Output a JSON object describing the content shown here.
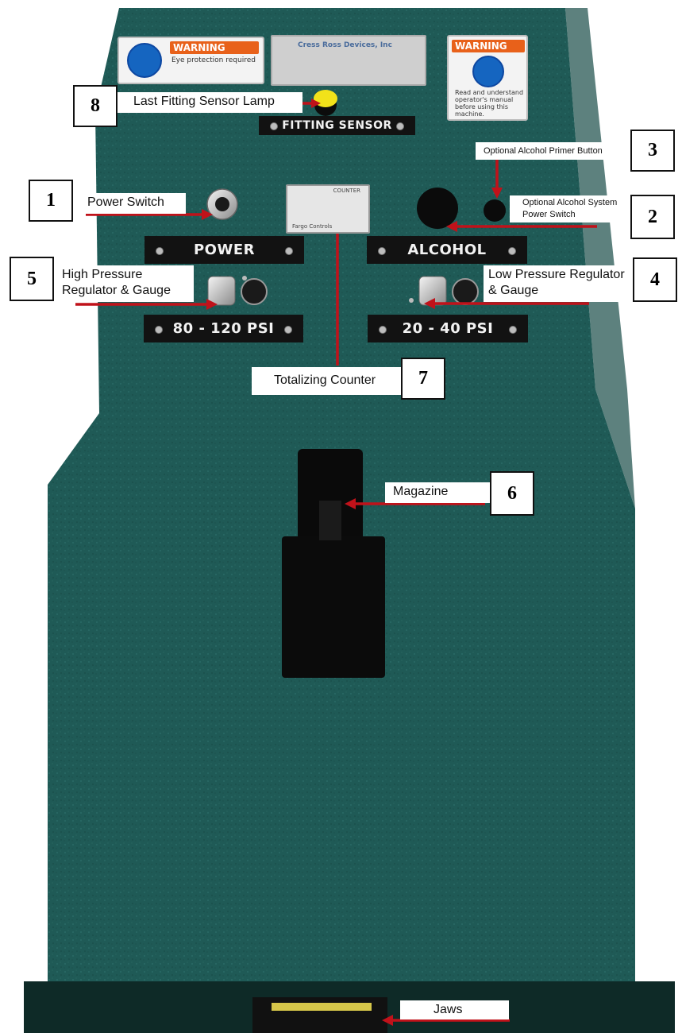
{
  "warning_left": {
    "header": "WARNING",
    "text": "Eye protection required"
  },
  "warning_right": {
    "header": "WARNING",
    "text": "Read and understand operator's manual before using this machine."
  },
  "manufacturer_plate": {
    "text": "Cress Ross Devices, Inc"
  },
  "counter_display": {
    "header": "COUNTER",
    "brand": "Fargo Controls"
  },
  "plates": {
    "fitting_sensor": "FITTING SENSOR",
    "power": "POWER",
    "alcohol": "ALCOHOL",
    "high_psi": "80 - 120 PSI",
    "low_psi": "20 - 40 PSI"
  },
  "callouts": [
    {
      "number": "1",
      "label": "Power Switch"
    },
    {
      "number": "2",
      "label": "Optional Alcohol System Power Switch"
    },
    {
      "number": "3",
      "label": "Optional Alcohol Primer Button"
    },
    {
      "number": "4",
      "label": "Low Pressure Regulator & Gauge"
    },
    {
      "number": "5",
      "label": "High Pressure Regulator & Gauge"
    },
    {
      "number": "6",
      "label": "Magazine"
    },
    {
      "number": "7",
      "label": "Totalizing Counter"
    },
    {
      "number": "8",
      "label": "Last Fitting Sensor Lamp"
    }
  ],
  "jaws": {
    "label": "Jaws"
  },
  "colors": {
    "panel": "#1f5a56",
    "arrow": "#c0121a",
    "lamp": "#f2e21a",
    "warning_orange": "#e8611a",
    "sign_blue": "#1565c0"
  }
}
